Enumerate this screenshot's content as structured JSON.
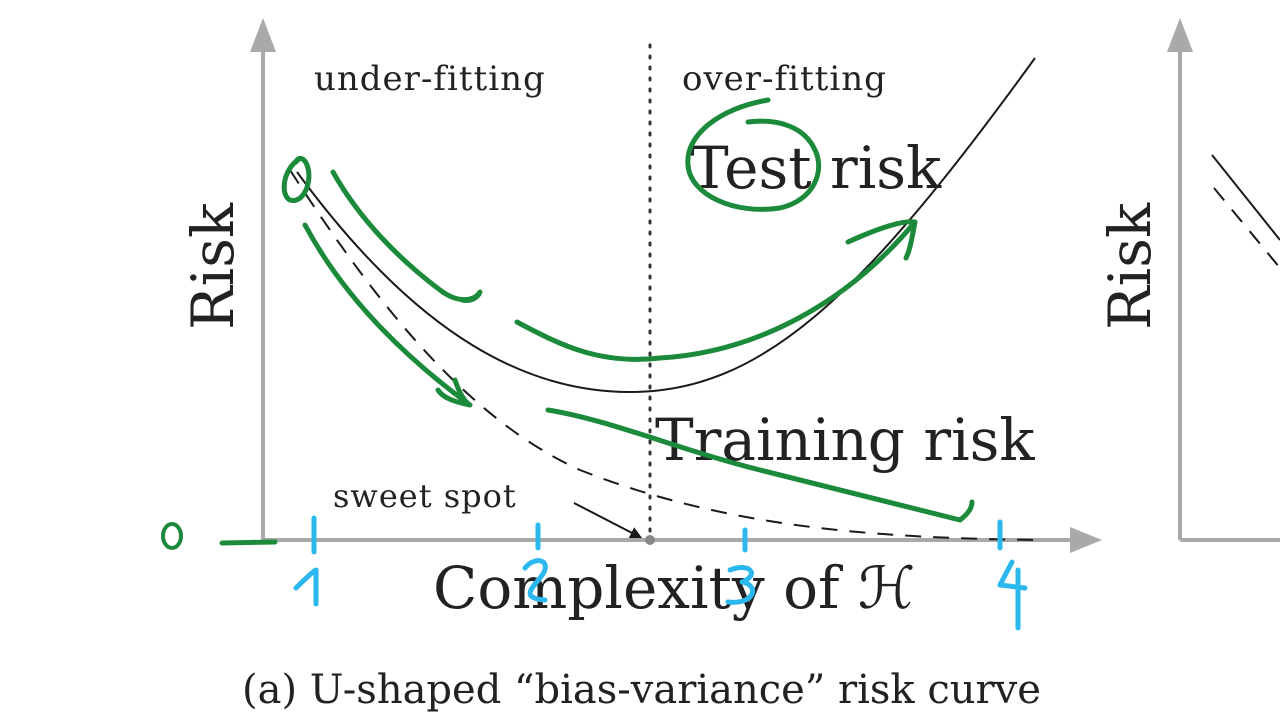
{
  "diagram": {
    "region_left_label": "under-fitting",
    "region_right_label": "over-fitting",
    "test_curve_label": "Test risk",
    "training_curve_label": "Training risk",
    "sweet_spot_label": "sweet spot",
    "y_axis_label": "Risk",
    "x_axis_label": "Complexity of ℋ",
    "caption": "(a) U-shaped “bias-variance” risk curve"
  },
  "second_panel": {
    "y_axis_label": "Risk"
  },
  "annotations": {
    "origin_mark": "0",
    "tick_marks": [
      "1",
      "2",
      "3",
      "4"
    ],
    "ink_colors": {
      "green": "#1b8a3a",
      "blue": "#2bb8ee"
    }
  },
  "style": {
    "axis_color": "#a9a9a9",
    "curve_color": "#1a1a1a"
  }
}
